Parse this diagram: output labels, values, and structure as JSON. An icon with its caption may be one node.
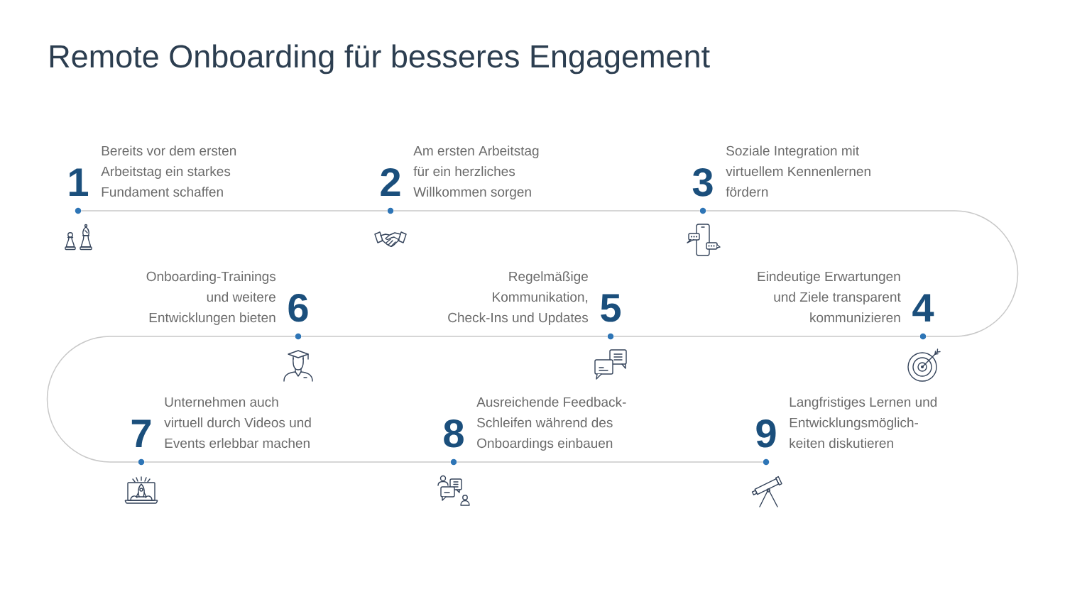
{
  "diagram": {
    "title": "Remote Onboarding für besseres Engagement",
    "nodes": [
      {
        "text": [],
        "shape": "circle",
        "beside": [
          "1",
          "Bereits vor dem ersten Arbeitstag ein starkes Fundament schaffen"
        ]
      },
      {
        "text": [],
        "shape": "circle",
        "beside": [
          "2",
          "Am ersten Arbeitstag für ein herzliches Willkommen sorgen"
        ]
      },
      {
        "text": [],
        "shape": "circle",
        "beside": [
          "3",
          "Soziale Integration mit virtuellem Kennenlernen fördern"
        ]
      },
      {
        "text": [],
        "shape": "circle",
        "beside": [
          "4",
          "Eindeutige Erwartungen und Ziele transparent kommunizieren"
        ]
      },
      {
        "text": [],
        "shape": "circle",
        "beside": [
          "5",
          "Regelmäßige Kommunikation, Check-Ins und Updates"
        ]
      },
      {
        "text": [],
        "shape": "circle",
        "beside": [
          "6",
          "Onboarding-Trainings und weitere Entwicklungen bieten"
        ]
      },
      {
        "text": [],
        "shape": "circle",
        "beside": [
          "7",
          "Unternehmen auch virtuell durch Videos und Events erlebbar machen"
        ]
      },
      {
        "text": [],
        "shape": "circle",
        "beside": [
          "8",
          "Ausreichende Feedback- Schleifen während des Onboardings einbauen"
        ]
      },
      {
        "text": [],
        "shape": "circle",
        "beside": [
          "9",
          "Langfristiges Lernen und Entwicklungsmöglich- keiten diskutieren"
        ]
      }
    ],
    "edges": [
      {
        "from": 0,
        "to": 1,
        "arrow": "none"
      },
      {
        "from": 1,
        "to": 2,
        "arrow": "none"
      },
      {
        "from": 2,
        "to": 3,
        "arrow": "none"
      },
      {
        "from": 3,
        "to": 4,
        "arrow": "none"
      },
      {
        "from": 4,
        "to": 5,
        "arrow": "none"
      },
      {
        "from": 5,
        "to": 6,
        "arrow": "none"
      },
      {
        "from": 6,
        "to": 7,
        "arrow": "none"
      },
      {
        "from": 7,
        "to": 8,
        "arrow": "none"
      }
    ]
  }
}
